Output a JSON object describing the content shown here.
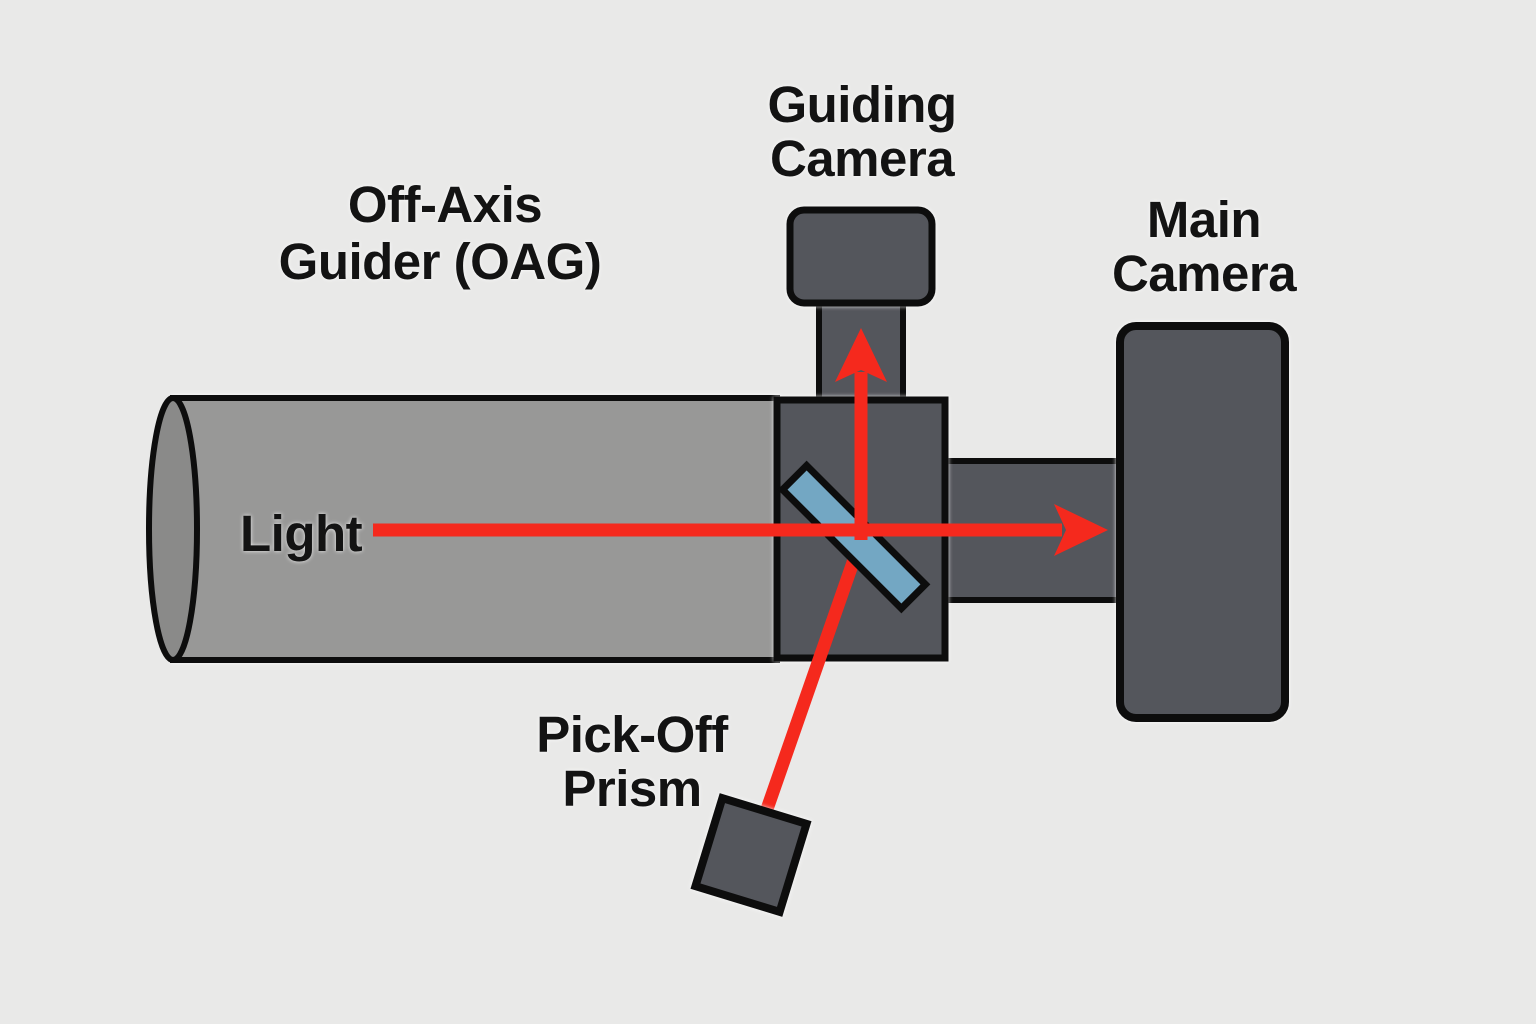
{
  "diagram": {
    "name": "Off-Axis Guider (OAG) optical path diagram",
    "labels": {
      "guiding_camera_line1": "Guiding",
      "guiding_camera_line2": "Camera",
      "oag_line1": "Off-Axis",
      "oag_line2": "Guider (OAG)",
      "main_camera_line1": "Main",
      "main_camera_line2": "Camera",
      "light": "Light",
      "pick_off_prism_line1": "Pick-Off",
      "pick_off_prism_line2": "Prism"
    }
  },
  "colors": {
    "background": "#e9e9e8",
    "tube-fill": "#989897",
    "tube-end-fill": "#8a8a89",
    "body-fill": "#54565c",
    "prism-fill": "#73a7c3",
    "light-ray": "#f5291d",
    "outline": "#0d0d0d",
    "text": "#131313"
  }
}
